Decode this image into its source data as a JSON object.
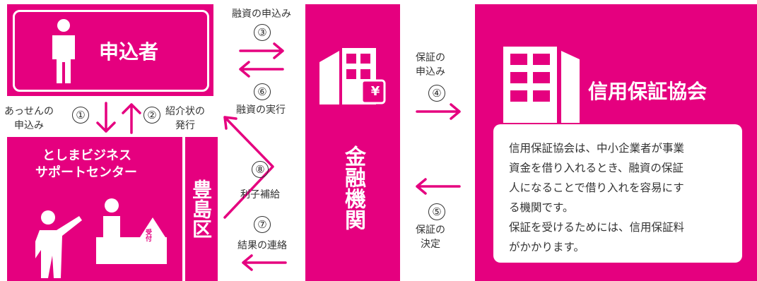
{
  "colors": {
    "magenta": "#e5007f",
    "white": "#ffffff",
    "text": "#333333"
  },
  "applicant": {
    "label": "申込者",
    "icon": "person-icon"
  },
  "support_center": {
    "title_line1": "としまビジネス",
    "title_line2": "サポートセンター",
    "desk_sign": "受付",
    "icons": [
      "staff-person-icon",
      "visitor-person-icon",
      "reception-desk-icon"
    ]
  },
  "toshima_ward": {
    "label": "豊島区"
  },
  "financial_institution": {
    "label": "金融機関",
    "icon": "bank-building-icon",
    "yen_sign": "¥"
  },
  "guarantee_association": {
    "title": "信用保証協会",
    "icon": "office-building-icon",
    "description": [
      "信用保証協会は、中小企業者が事業",
      "資金を借り入れるとき、融資の保証",
      "人になることで借り入れを容易にす",
      "る機関です。",
      "保証を受けるためには、信用保証料",
      "がかかります。"
    ]
  },
  "steps": [
    {
      "number": "①",
      "label_line1": "あっせんの",
      "label_line2": "申込み"
    },
    {
      "number": "②",
      "label_line1": "紹介状の",
      "label_line2": "発行"
    },
    {
      "number": "③",
      "label_line1": "融資の申込み",
      "label_line2": ""
    },
    {
      "number": "④",
      "label_line1": "保証の",
      "label_line2": "申込み"
    },
    {
      "number": "⑤",
      "label_line1": "保証の",
      "label_line2": "決定"
    },
    {
      "number": "⑥",
      "label_line1": "融資の実行",
      "label_line2": ""
    },
    {
      "number": "⑦",
      "label_line1": "結果の連絡",
      "label_line2": ""
    },
    {
      "number": "⑧",
      "label_line1": "利子補給",
      "label_line2": ""
    }
  ]
}
